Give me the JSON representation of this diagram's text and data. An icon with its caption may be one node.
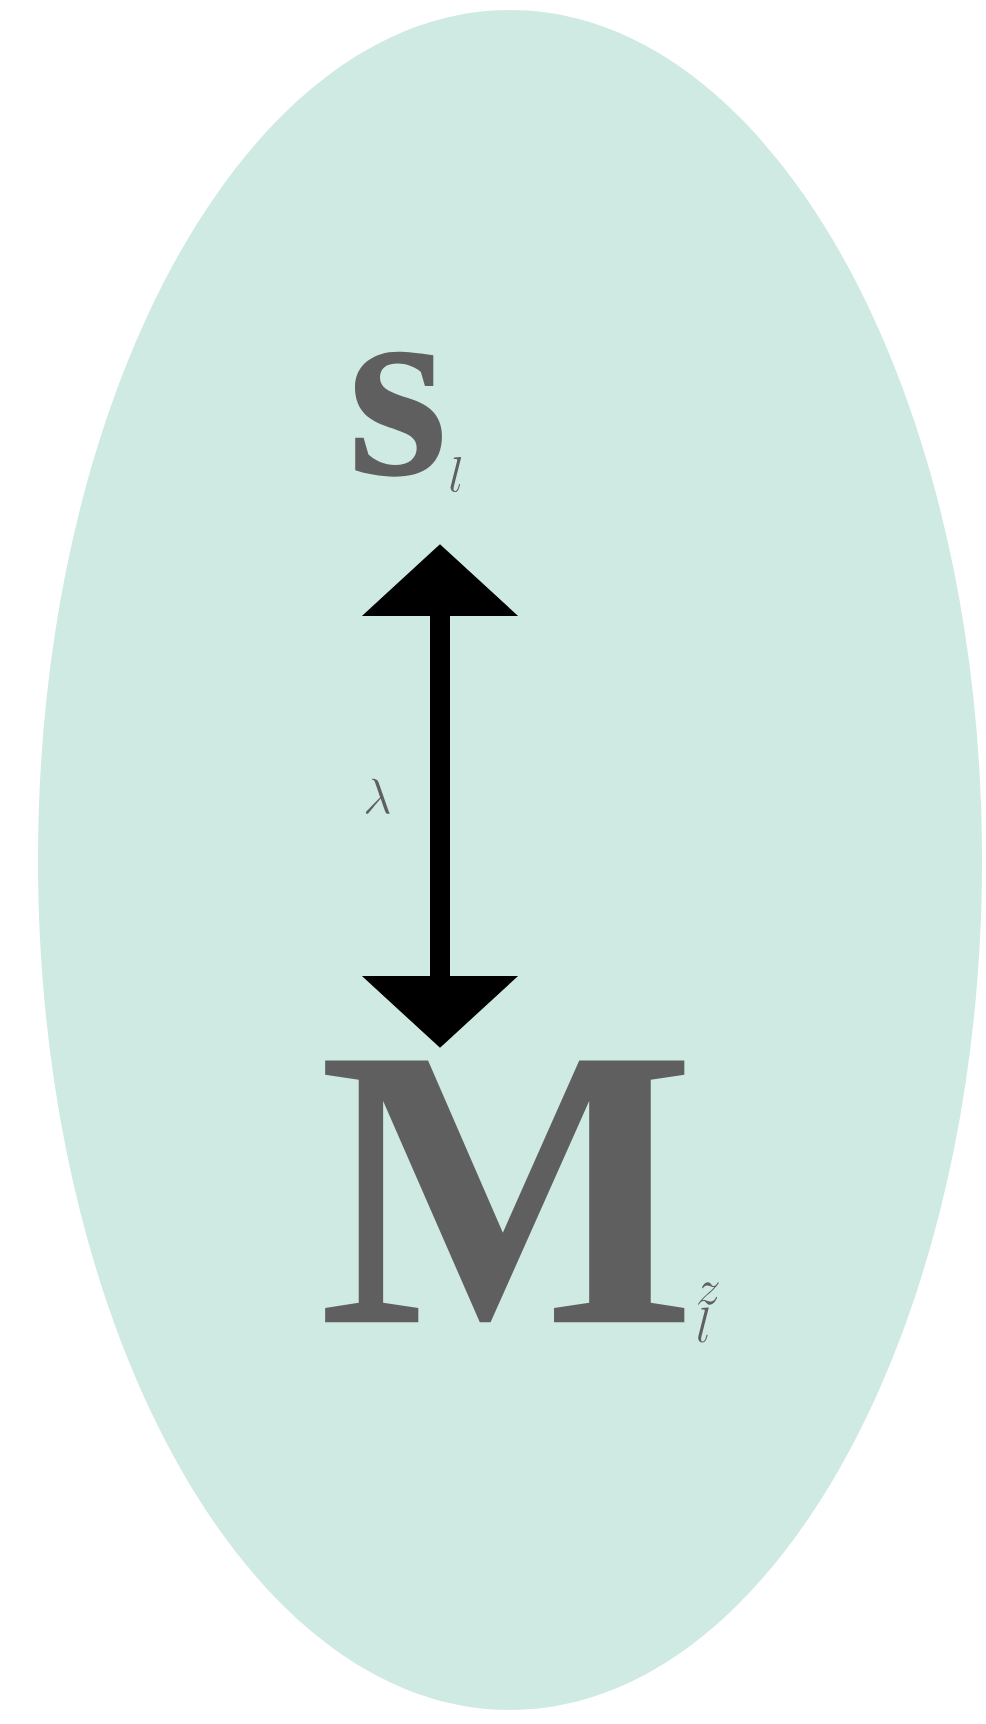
{
  "diagram": {
    "nodes": [
      {
        "text": [],
        "shape": "ellipse"
      },
      {
        "text": [
          "\\mathbf{s}_l"
        ],
        "in": 0
      },
      {
        "text": [
          "\\mathbf{M}^z_l"
        ],
        "in": 0
      }
    ],
    "edges": [
      {
        "from": 1,
        "to": 2,
        "arrow": "both",
        "label": "\\lambda"
      }
    ]
  }
}
